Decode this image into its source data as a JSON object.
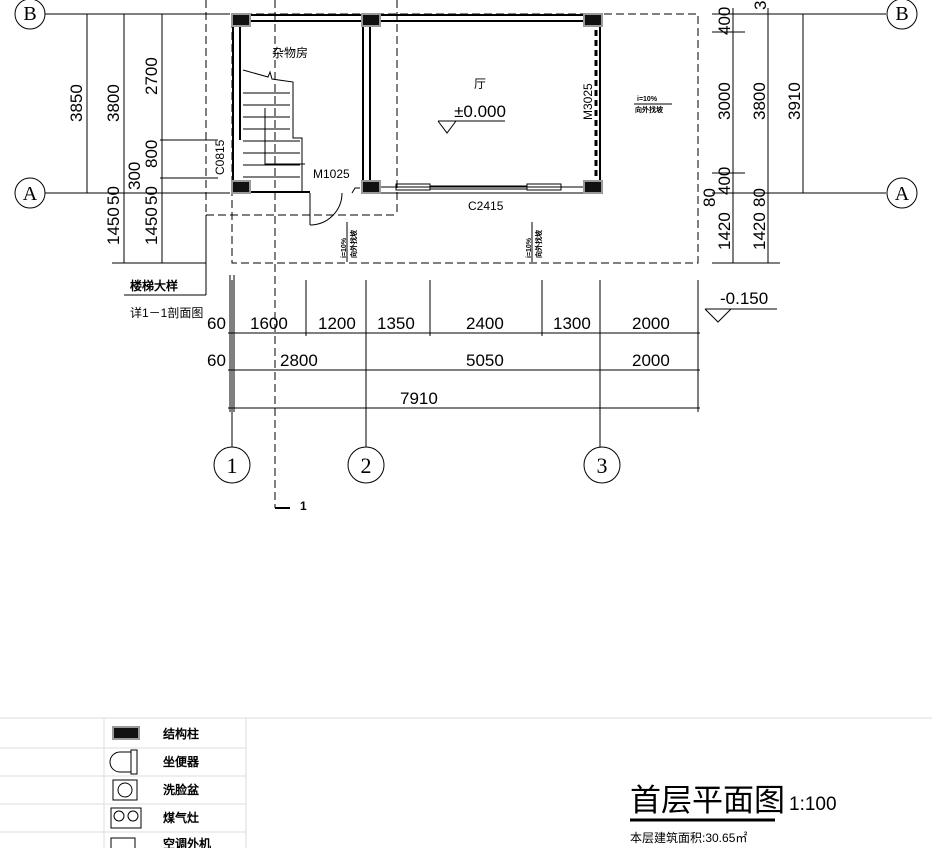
{
  "axes": {
    "rows": [
      "B",
      "A"
    ],
    "columns": [
      "1",
      "2",
      "3"
    ]
  },
  "rooms": {
    "storage": "杂物房",
    "hall": "厅",
    "hall_level": "±0.000"
  },
  "openings": {
    "window_left": "C0815",
    "door_stair": "M1025",
    "door_hall": "M3025",
    "window_front": "C2415"
  },
  "slope": {
    "ratio": "i=10%",
    "note": "向外找坡"
  },
  "stair_note": {
    "line1": "楼梯大样",
    "line2": "详1－1剖面图"
  },
  "section_mark": "1",
  "outside_level": "-0.150",
  "left_dims": {
    "total": "3850",
    "axis": "3800",
    "upper": "2700",
    "window": "800",
    "gap": "300",
    "fifty_a": "50",
    "fifty_b": "50",
    "lower_a": "1450",
    "lower_b": "1450"
  },
  "right_dims": {
    "top_small": "3",
    "top": "400",
    "mid": "3000",
    "axis": "3800",
    "total": "3910",
    "low": "400",
    "eighty_a": "80",
    "eighty_b": "80",
    "lower_a": "1420",
    "lower_b": "1420"
  },
  "bottom_dims": {
    "row1": [
      "60",
      "1600",
      "1200",
      "1350",
      "2400",
      "1300",
      "2000"
    ],
    "row2": [
      "60",
      "2800",
      "5050",
      "2000"
    ],
    "total": "7910"
  },
  "legend": [
    "结构柱",
    "坐便器",
    "洗脸盆",
    "煤气灶",
    "空调外机"
  ],
  "title": {
    "name": "首层平面图",
    "scale": "1:100",
    "area": "本层建筑面积:30.65㎡"
  }
}
